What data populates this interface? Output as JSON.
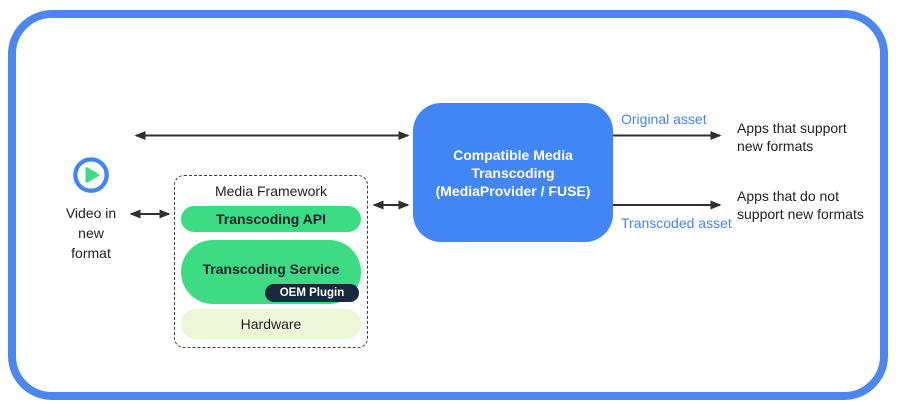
{
  "diagram": {
    "type": "architecture-flow",
    "title": "Compatible Media Transcoding"
  },
  "colors": {
    "frame_blue": "#4c87ef",
    "box_blue": "#4285f4",
    "label_blue": "#4285f4",
    "pill_green": "#3ddc84",
    "oem_navy": "#16293d",
    "hardware_bg": "#edf6d7",
    "arrow_dark": "#303030"
  },
  "left": {
    "play_icon": "play-icon",
    "video_label_lines": [
      "Video in",
      "new",
      "format"
    ]
  },
  "media_framework": {
    "title": "Media Framework",
    "layers": [
      {
        "label": "Transcoding API"
      },
      {
        "label": "Transcoding Service",
        "sub_label": "OEM Plugin"
      },
      {
        "label": "Hardware"
      }
    ]
  },
  "transcoding_box": {
    "lines": [
      "Compatible Media",
      "Transcoding",
      "(MediaProvider / FUSE)"
    ]
  },
  "flows": {
    "original": {
      "label": "Original asset",
      "target_lines": [
        "Apps that support",
        "new formats"
      ]
    },
    "transcoded": {
      "label": "Transcoded asset",
      "target_lines": [
        "Apps that do not",
        "support new formats"
      ]
    }
  }
}
